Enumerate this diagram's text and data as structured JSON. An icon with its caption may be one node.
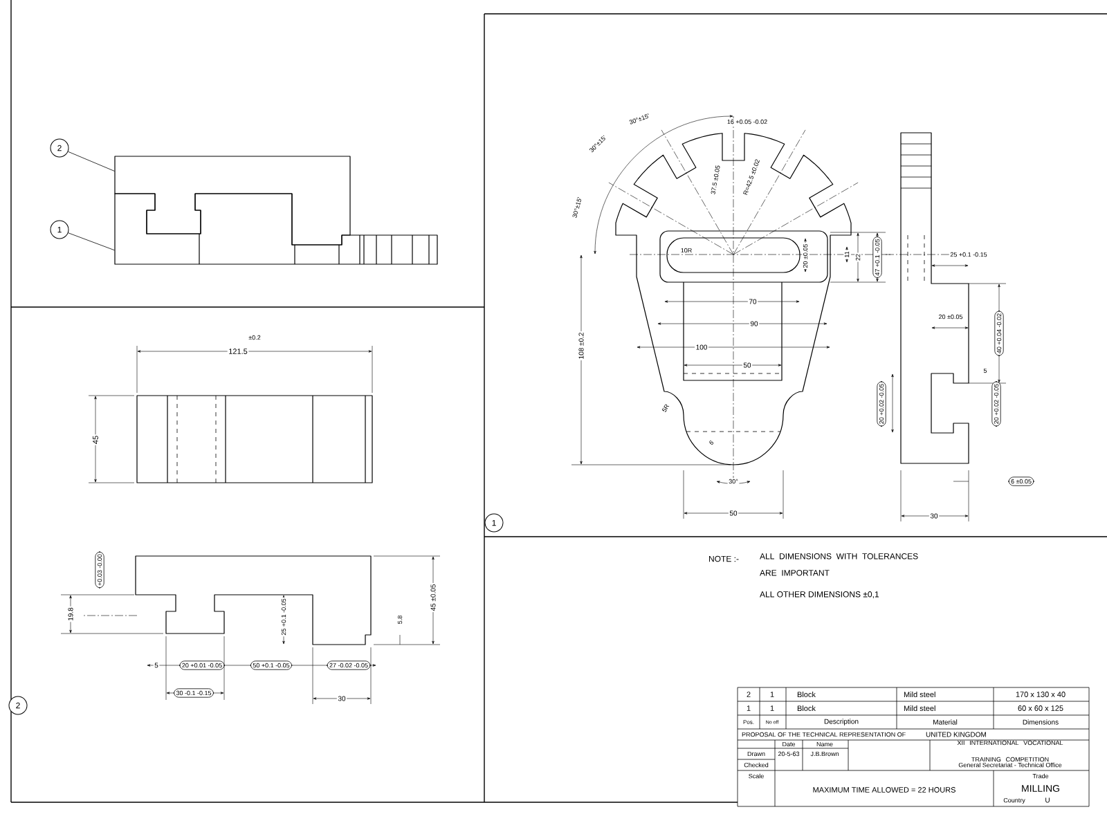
{
  "diagram": {
    "nodes": [
      {
        "text": [
          "2"
        ]
      },
      {
        "text": [
          "1"
        ]
      },
      {
        "text": [],
        "shape": "picture"
      },
      {
        "text": [],
        "shape": "picture"
      },
      {
        "text": [
          "+0.03 -0.00"
        ]
      },
      {
        "text": [
          "20 +0.01 -0.05"
        ]
      },
      {
        "text": [
          "50 +0.1 -0.05"
        ]
      },
      {
        "text": [
          "27 -0.02 -0.05"
        ]
      },
      {
        "text": [
          "30 -0.1 -0.15"
        ]
      },
      {
        "text": [
          "2"
        ]
      },
      {
        "text": [
          "47 +0.1 -0.05"
        ]
      },
      {
        "text": [
          "40 +0.04 -0.02"
        ]
      },
      {
        "text": [
          "20 +0.02 -0.05"
        ]
      },
      {
        "text": [
          "20 +0.02 -0.05"
        ]
      },
      {
        "text": [
          "6 ±0.05"
        ]
      },
      {
        "text": [
          "1"
        ]
      }
    ],
    "edges": [
      {
        "from": 0,
        "to": 2,
        "arrow": "none"
      },
      {
        "from": 1,
        "to": 3,
        "arrow": "none"
      }
    ],
    "labels": [
      "±0.2",
      "121.5",
      "45",
      "19.8",
      "45 ±0.05",
      "25 +0.1 -0.05",
      "5.8",
      "5",
      "30",
      "30°±15'",
      "16 +0.05 -0.02",
      "30°±15'",
      "30°±15'",
      "37.5 ±0.05",
      "R=42.5 ±0.02",
      "10R",
      "20 ±0.05",
      "11",
      "22",
      "25 +0.1 -0.15",
      "20 ±0.05",
      "108 ±0.2",
      "70",
      "90",
      "100",
      "50",
      "5",
      "5R",
      "6",
      "30°",
      "30",
      "50",
      "NOTE :-",
      "ALL DIMENSIONS WITH TOLERANCES ARE IMPORTANT",
      "ALL OTHER DIMENSIONS ±0,1",
      "2",
      "1",
      "Block",
      "Mild steel",
      "170 x 130 x 40",
      "1",
      "1",
      "Block",
      "Mild steel",
      "60 x 60 x 125",
      "Pos.",
      "No off",
      "Description",
      "Material",
      "Dimensions",
      "PROPOSAL OF THE TECHNICAL REPRESENTATION OF",
      "UNITED KINGDOM",
      "Date",
      "Name",
      "Drawn",
      "20-5-63",
      "J.B.Brown",
      "Checked",
      "XII INTERNATIONAL VOCATIONAL TRAINING COMPETITION",
      "General Secretariat - Technical Office",
      "Scale",
      "MAXIMUM TIME ALLOWED = 22 HOURS",
      "Trade",
      "MILLING",
      "Country",
      "U"
    ]
  }
}
